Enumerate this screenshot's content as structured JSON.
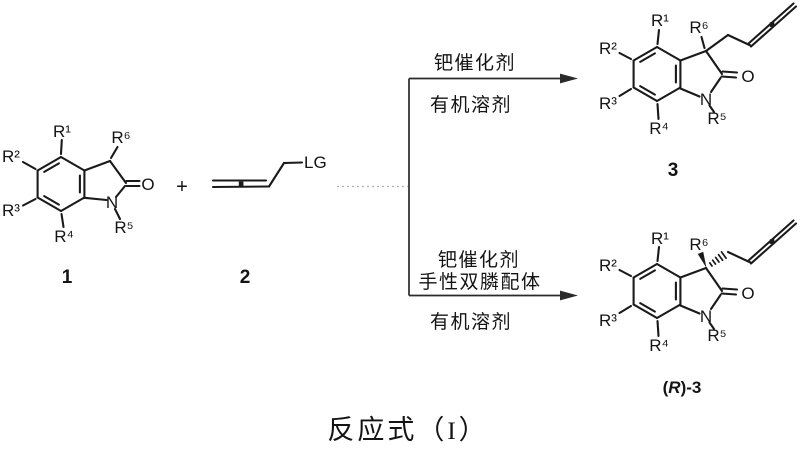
{
  "molecule_1": {
    "r1": "R¹",
    "r2": "R²",
    "r3": "R³",
    "r4": "R⁴",
    "r5": "R⁵",
    "r6": "R⁶",
    "n": "N",
    "o": "O",
    "number": "1"
  },
  "plus_sign": "+",
  "molecule_2": {
    "lg": "LG",
    "number": "2"
  },
  "arrow_top": {
    "above": "钯催化剂",
    "below": "有机溶剂"
  },
  "arrow_bottom": {
    "above1": "钯催化剂",
    "above2": "手性双膦配体",
    "below": "有机溶剂"
  },
  "molecule_3": {
    "r1": "R¹",
    "r2": "R²",
    "r3": "R³",
    "r4": "R⁴",
    "r5": "R⁵",
    "r6": "R⁶",
    "n": "N",
    "o": "O",
    "number": "3"
  },
  "molecule_r3": {
    "r1": "R¹",
    "r2": "R²",
    "r3": "R³",
    "r4": "R⁴",
    "r5": "R⁵",
    "r6": "R⁶",
    "n": "N",
    "o": "O",
    "number_open": "(",
    "number_chiral": "R",
    "number_close": ")-3"
  },
  "caption": {
    "label": "反应式",
    "open": "（",
    "numeral": "I",
    "close": "）"
  },
  "colors": {
    "ink": "#1a1a1a",
    "arrow": "#2a2a2a",
    "faint_connector": "#b0b0b0",
    "background": "#ffffff"
  }
}
